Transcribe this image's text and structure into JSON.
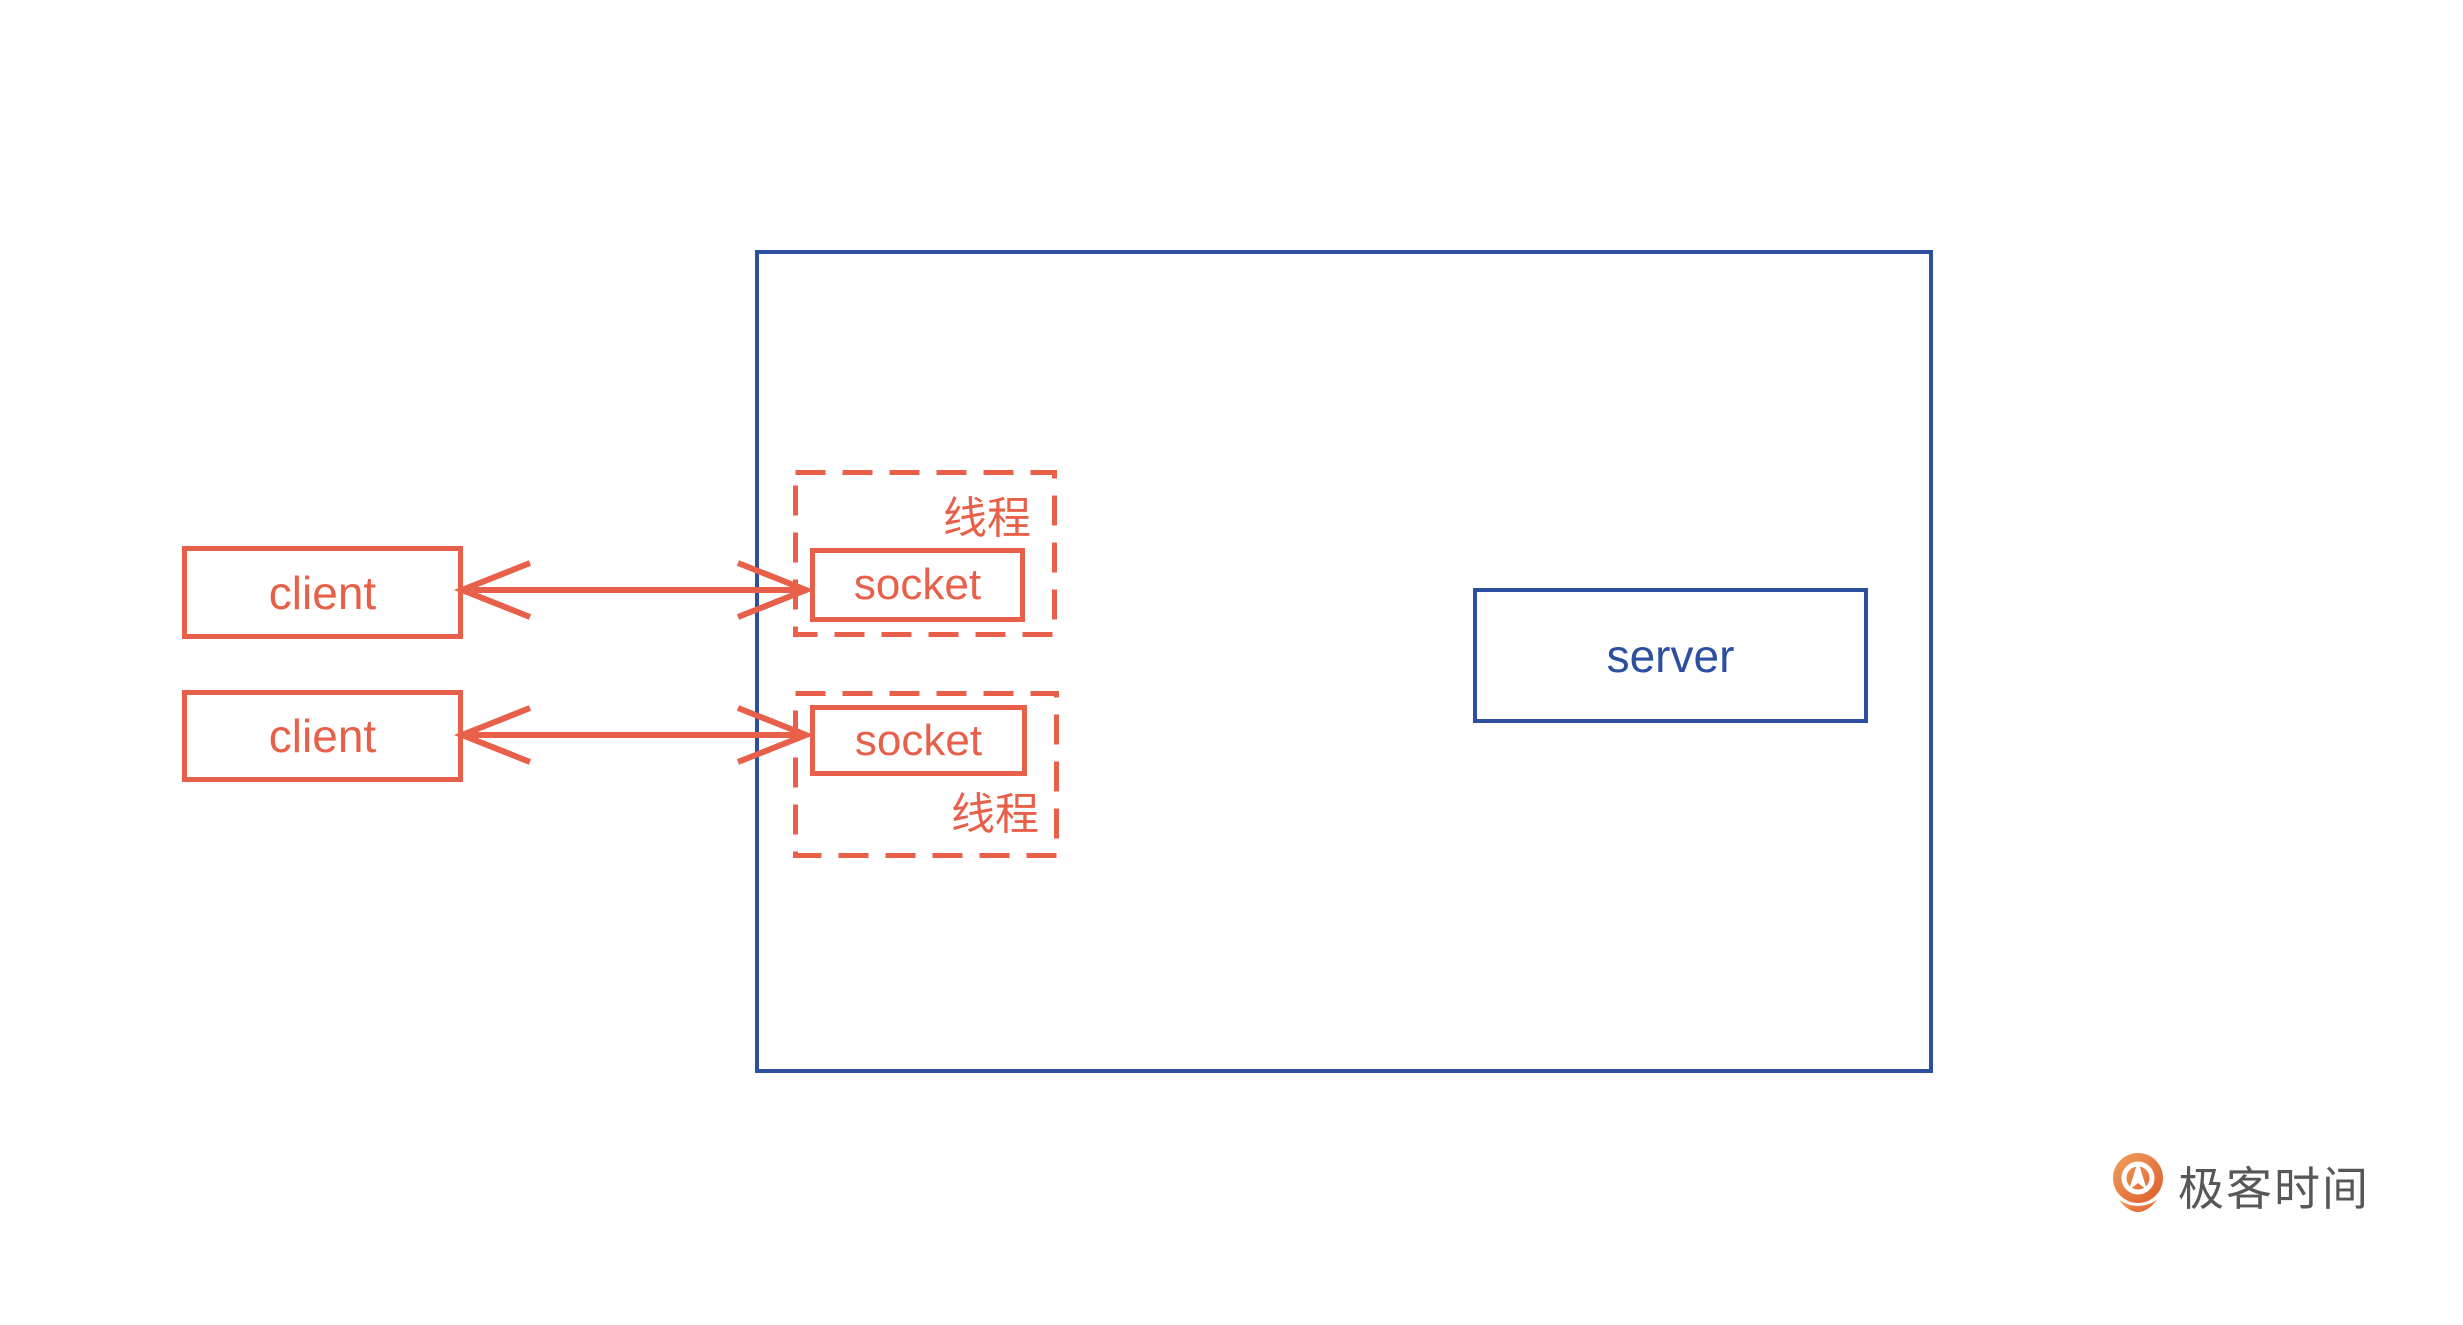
{
  "diagram": {
    "clients": [
      {
        "label": "client"
      },
      {
        "label": "client"
      }
    ],
    "threads": [
      {
        "label": "线程",
        "label_position": "top-right",
        "socket_label": "socket"
      },
      {
        "label": "线程",
        "label_position": "bottom-right",
        "socket_label": "socket"
      }
    ],
    "server": {
      "label": "server"
    },
    "arrows": [
      {
        "from": "client-1",
        "to": "socket-1",
        "direction": "bidirectional"
      },
      {
        "from": "client-2",
        "to": "socket-2",
        "direction": "bidirectional"
      }
    ],
    "colors": {
      "accent_orange": "#E8604A",
      "accent_blue": "#2C4FA0",
      "logo_text_gray": "#595755"
    }
  },
  "footer": {
    "brand_name": "极客时间"
  }
}
